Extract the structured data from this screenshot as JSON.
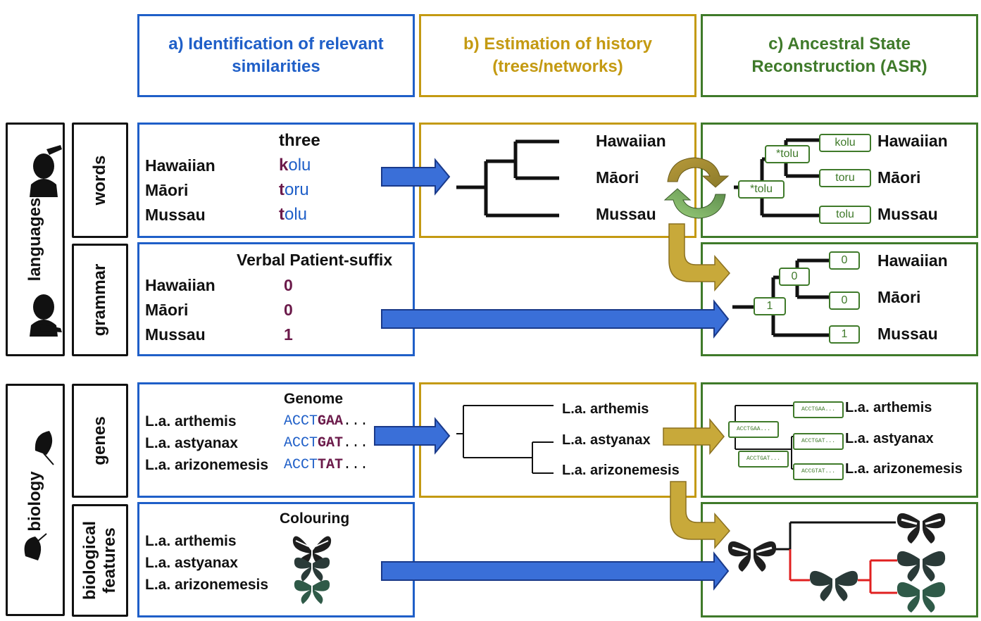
{
  "colors": {
    "blue": "#1f5fc8",
    "gold": "#c49a12",
    "green": "#3f7a2a",
    "purple": "#6b1a4a",
    "red": "#e02020"
  },
  "headers": {
    "a": [
      "a) Identification of relevant",
      "similarities"
    ],
    "b": [
      "b) Estimation of history",
      "(trees/networks)"
    ],
    "c": [
      "c) Ancestral State",
      "Reconstruction (ASR)"
    ]
  },
  "side": {
    "languages": "languages",
    "biology": "biology",
    "words": "words",
    "grammar": "grammar",
    "genes": "genes",
    "features": [
      "biological",
      "features"
    ]
  },
  "words": {
    "title": "three",
    "rows": [
      {
        "lang": "Hawaiian",
        "first": "k",
        "rest": "olu"
      },
      {
        "lang": "Māori",
        "first": "t",
        "rest": "oru"
      },
      {
        "lang": "Mussau",
        "first": "t",
        "rest": "olu"
      }
    ]
  },
  "grammar": {
    "title": "Verbal Patient-suffix",
    "rows": [
      {
        "lang": "Hawaiian",
        "value": "0"
      },
      {
        "lang": "Māori",
        "value": "0"
      },
      {
        "lang": "Mussau",
        "value": "1"
      }
    ]
  },
  "genes": {
    "title": "Genome",
    "rows": [
      {
        "name": "L.a. arthemis",
        "prefix": "ACCT",
        "suffix": "GAA",
        "tail": "..."
      },
      {
        "name": "L.a. astyanax",
        "prefix": "ACCT",
        "suffix": "GAT",
        "tail": "..."
      },
      {
        "name": "L.a. arizonemesis",
        "prefix": "ACCT",
        "suffix": "TAT",
        "tail": "..."
      }
    ]
  },
  "features": {
    "title": "Colouring",
    "rows": [
      "L.a. arthemis",
      "L.a. astyanax",
      "L.a. arizonemesis"
    ]
  },
  "tree_lang_labels": [
    "Hawaiian",
    "Māori",
    "Mussau"
  ],
  "tree_bio_labels": [
    "L.a. arthemis",
    "L.a. astyanax",
    "L.a. arizonemesis"
  ],
  "asr_words": {
    "tips": [
      "kolu",
      "toru",
      "tolu"
    ],
    "inner": "*tolu",
    "root": "*tolu"
  },
  "asr_grammar": {
    "tips": [
      "0",
      "0",
      "1"
    ],
    "inner": "0",
    "root": "1"
  },
  "asr_genes": {
    "tips": [
      "ACCTGAA...",
      "ACCTGAT...",
      "ACCGTAT..."
    ],
    "inner": "ACCTGAT...",
    "root": "ACCTGAA..."
  }
}
